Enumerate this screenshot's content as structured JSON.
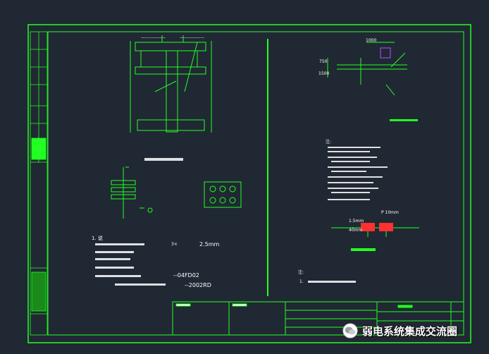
{
  "drawing": {
    "background": "#202833",
    "line_color": "#22ff22",
    "text_color": "#ffffff",
    "accent_color": "#ff3030",
    "dim_top_right": "1000",
    "dim_left_top": "750",
    "dim_left_bottom": "1500",
    "spec_value": "2.5mm",
    "std_code_1": "--04FD02",
    "std_code_2": "--2002RD",
    "note_heading": "注:",
    "right_label_1": "P 10mm",
    "right_label_2": "40mm",
    "right_label_3": "1.5mm",
    "note_line_1": "1.",
    "note_head_left": "1. 说"
  },
  "watermark": {
    "icon": "wechat-icon",
    "text": "弱电系统集成交流圈"
  }
}
